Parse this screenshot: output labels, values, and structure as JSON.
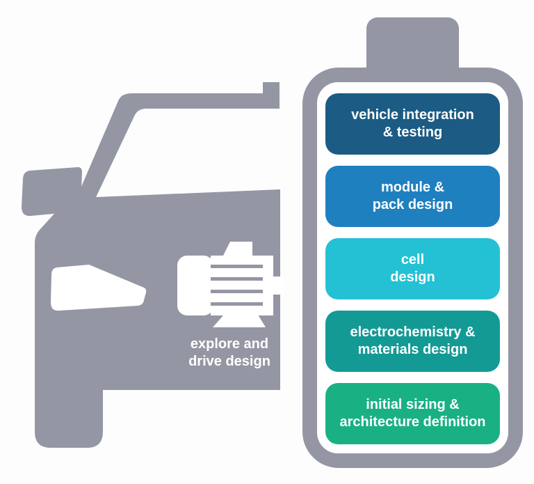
{
  "colors": {
    "background": "#fdfdfe",
    "silhouette_gray": "#9496a4",
    "text_white": "#ffffff"
  },
  "car": {
    "label_line1": "explore and",
    "label_line2": "drive design"
  },
  "battery": {
    "blocks": [
      {
        "line1": "vehicle integration",
        "line2": "& testing",
        "color": "#1b5b84"
      },
      {
        "line1": "module &",
        "line2": "pack design",
        "color": "#1f80c0"
      },
      {
        "line1": "cell",
        "line2": "design",
        "color": "#24c1d4"
      },
      {
        "line1": "electrochemistry &",
        "line2": "materials design",
        "color": "#149a95"
      },
      {
        "line1": "initial sizing &",
        "line2": "architecture definition",
        "color": "#19b183"
      }
    ]
  }
}
